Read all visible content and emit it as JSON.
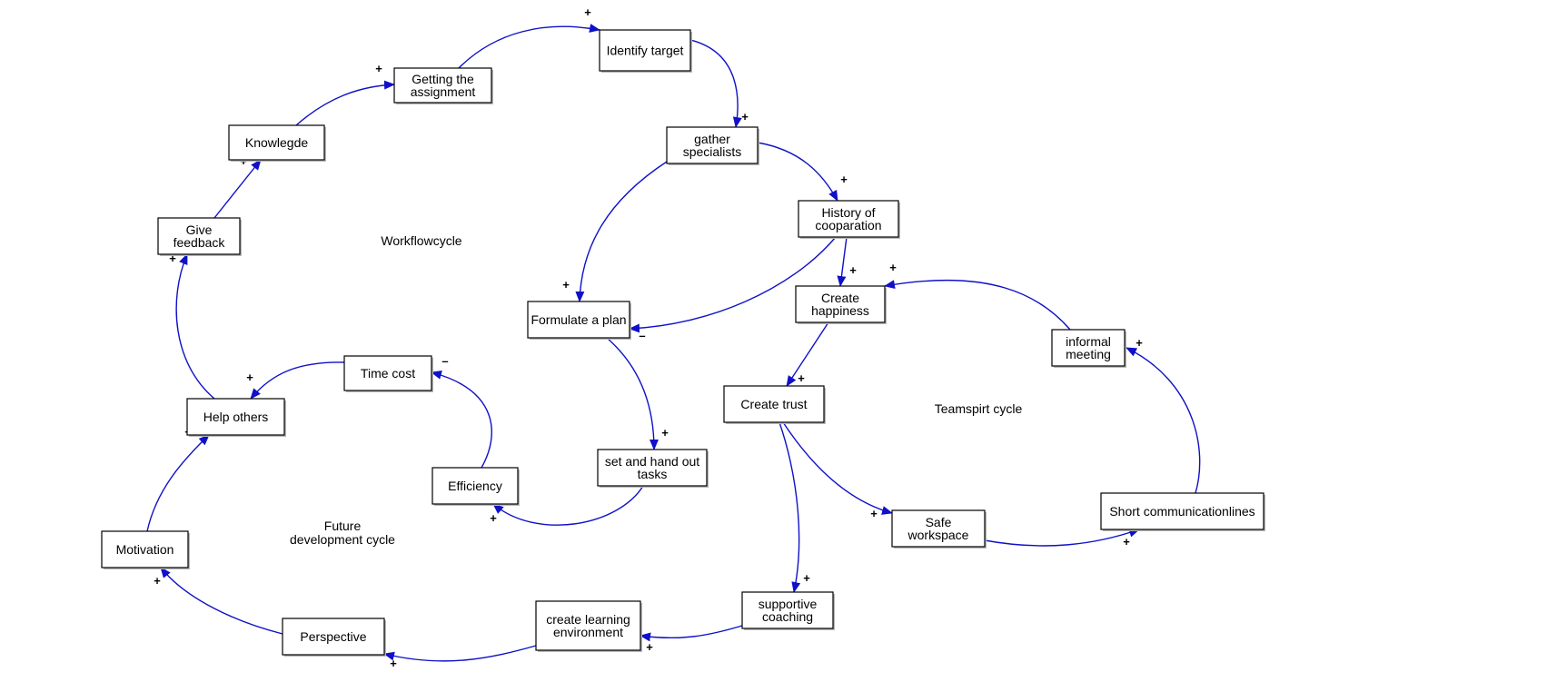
{
  "colors": {
    "arrow": "#1010c8",
    "box_border": "#000000",
    "box_shadow": "#b8b8b8",
    "background": "#ffffff"
  },
  "nodes": {
    "identify_target": [
      "Identify target"
    ],
    "getting_assignment": [
      "Getting the",
      "assignment"
    ],
    "knowledge": [
      "Knowlegde"
    ],
    "give_feedback": [
      "Give",
      "feedback"
    ],
    "gather_specialists": [
      "gather",
      "specialists"
    ],
    "history_cooperation": [
      "History of",
      "cooparation"
    ],
    "formulate_plan": [
      "Formulate a plan"
    ],
    "create_happiness": [
      "Create",
      "happiness"
    ],
    "informal_meeting": [
      "informal",
      "meeting"
    ],
    "time_cost": [
      "Time cost"
    ],
    "help_others": [
      "Help others"
    ],
    "create_trust": [
      "Create trust"
    ],
    "efficiency": [
      "Efficiency"
    ],
    "set_tasks": [
      "set and hand out",
      "tasks"
    ],
    "safe_workspace": [
      "Safe",
      "workspace"
    ],
    "short_lines": [
      "Short communicationlines"
    ],
    "motivation": [
      "Motivation"
    ],
    "supportive_coaching": [
      "supportive",
      "coaching"
    ],
    "learning_env": [
      "create learning",
      "environment"
    ],
    "perspective": [
      "Perspective"
    ]
  },
  "cycle_labels": {
    "workflow": [
      "Workflowcycle"
    ],
    "teamspirit": [
      "Teamspirt cycle"
    ],
    "future": [
      "Future",
      "development cycle"
    ]
  },
  "edges": [
    {
      "id": "getting-to-identify",
      "from": "getting_assignment",
      "to": "identify_target",
      "sign": "+"
    },
    {
      "id": "identify-to-gather",
      "from": "identify_target",
      "to": "gather_specialists",
      "sign": "+"
    },
    {
      "id": "knowledge-to-getting",
      "from": "knowledge",
      "to": "getting_assignment",
      "sign": "+"
    },
    {
      "id": "feedback-to-knowledge",
      "from": "give_feedback",
      "to": "knowledge",
      "sign": "+"
    },
    {
      "id": "gather-to-history",
      "from": "gather_specialists",
      "to": "history_cooperation",
      "sign": "+"
    },
    {
      "id": "gather-to-plan",
      "from": "gather_specialists",
      "to": "formulate_plan",
      "sign": "+"
    },
    {
      "id": "history-to-plan",
      "from": "history_cooperation",
      "to": "formulate_plan",
      "sign": "–"
    },
    {
      "id": "history-to-happiness",
      "from": "history_cooperation",
      "to": "create_happiness",
      "sign": "+"
    },
    {
      "id": "meeting-to-happiness",
      "from": "informal_meeting",
      "to": "create_happiness",
      "sign": "+"
    },
    {
      "id": "happiness-to-trust",
      "from": "create_happiness",
      "to": "create_trust",
      "sign": "+"
    },
    {
      "id": "plan-to-tasks",
      "from": "formulate_plan",
      "to": "set_tasks",
      "sign": "+"
    },
    {
      "id": "tasks-to-efficiency",
      "from": "set_tasks",
      "to": "efficiency",
      "sign": "+"
    },
    {
      "id": "efficiency-to-timecost",
      "from": "efficiency",
      "to": "time_cost",
      "sign": "–"
    },
    {
      "id": "timecost-to-help",
      "from": "time_cost",
      "to": "help_others",
      "sign": "+"
    },
    {
      "id": "help-to-feedback",
      "from": "help_others",
      "to": "give_feedback",
      "sign": "+"
    },
    {
      "id": "motivation-to-help",
      "from": "motivation",
      "to": "help_others",
      "sign": "+"
    },
    {
      "id": "trust-to-safe",
      "from": "create_trust",
      "to": "safe_workspace",
      "sign": "+"
    },
    {
      "id": "trust-to-coaching",
      "from": "create_trust",
      "to": "supportive_coaching",
      "sign": "+"
    },
    {
      "id": "safe-to-lines",
      "from": "safe_workspace",
      "to": "short_lines",
      "sign": "+"
    },
    {
      "id": "lines-to-meeting",
      "from": "short_lines",
      "to": "informal_meeting",
      "sign": "+"
    },
    {
      "id": "coaching-to-learning",
      "from": "supportive_coaching",
      "to": "learning_env",
      "sign": "+"
    },
    {
      "id": "learning-to-perspective",
      "from": "learning_env",
      "to": "perspective",
      "sign": "+"
    },
    {
      "id": "perspective-to-motivation",
      "from": "perspective",
      "to": "motivation",
      "sign": "+"
    }
  ]
}
